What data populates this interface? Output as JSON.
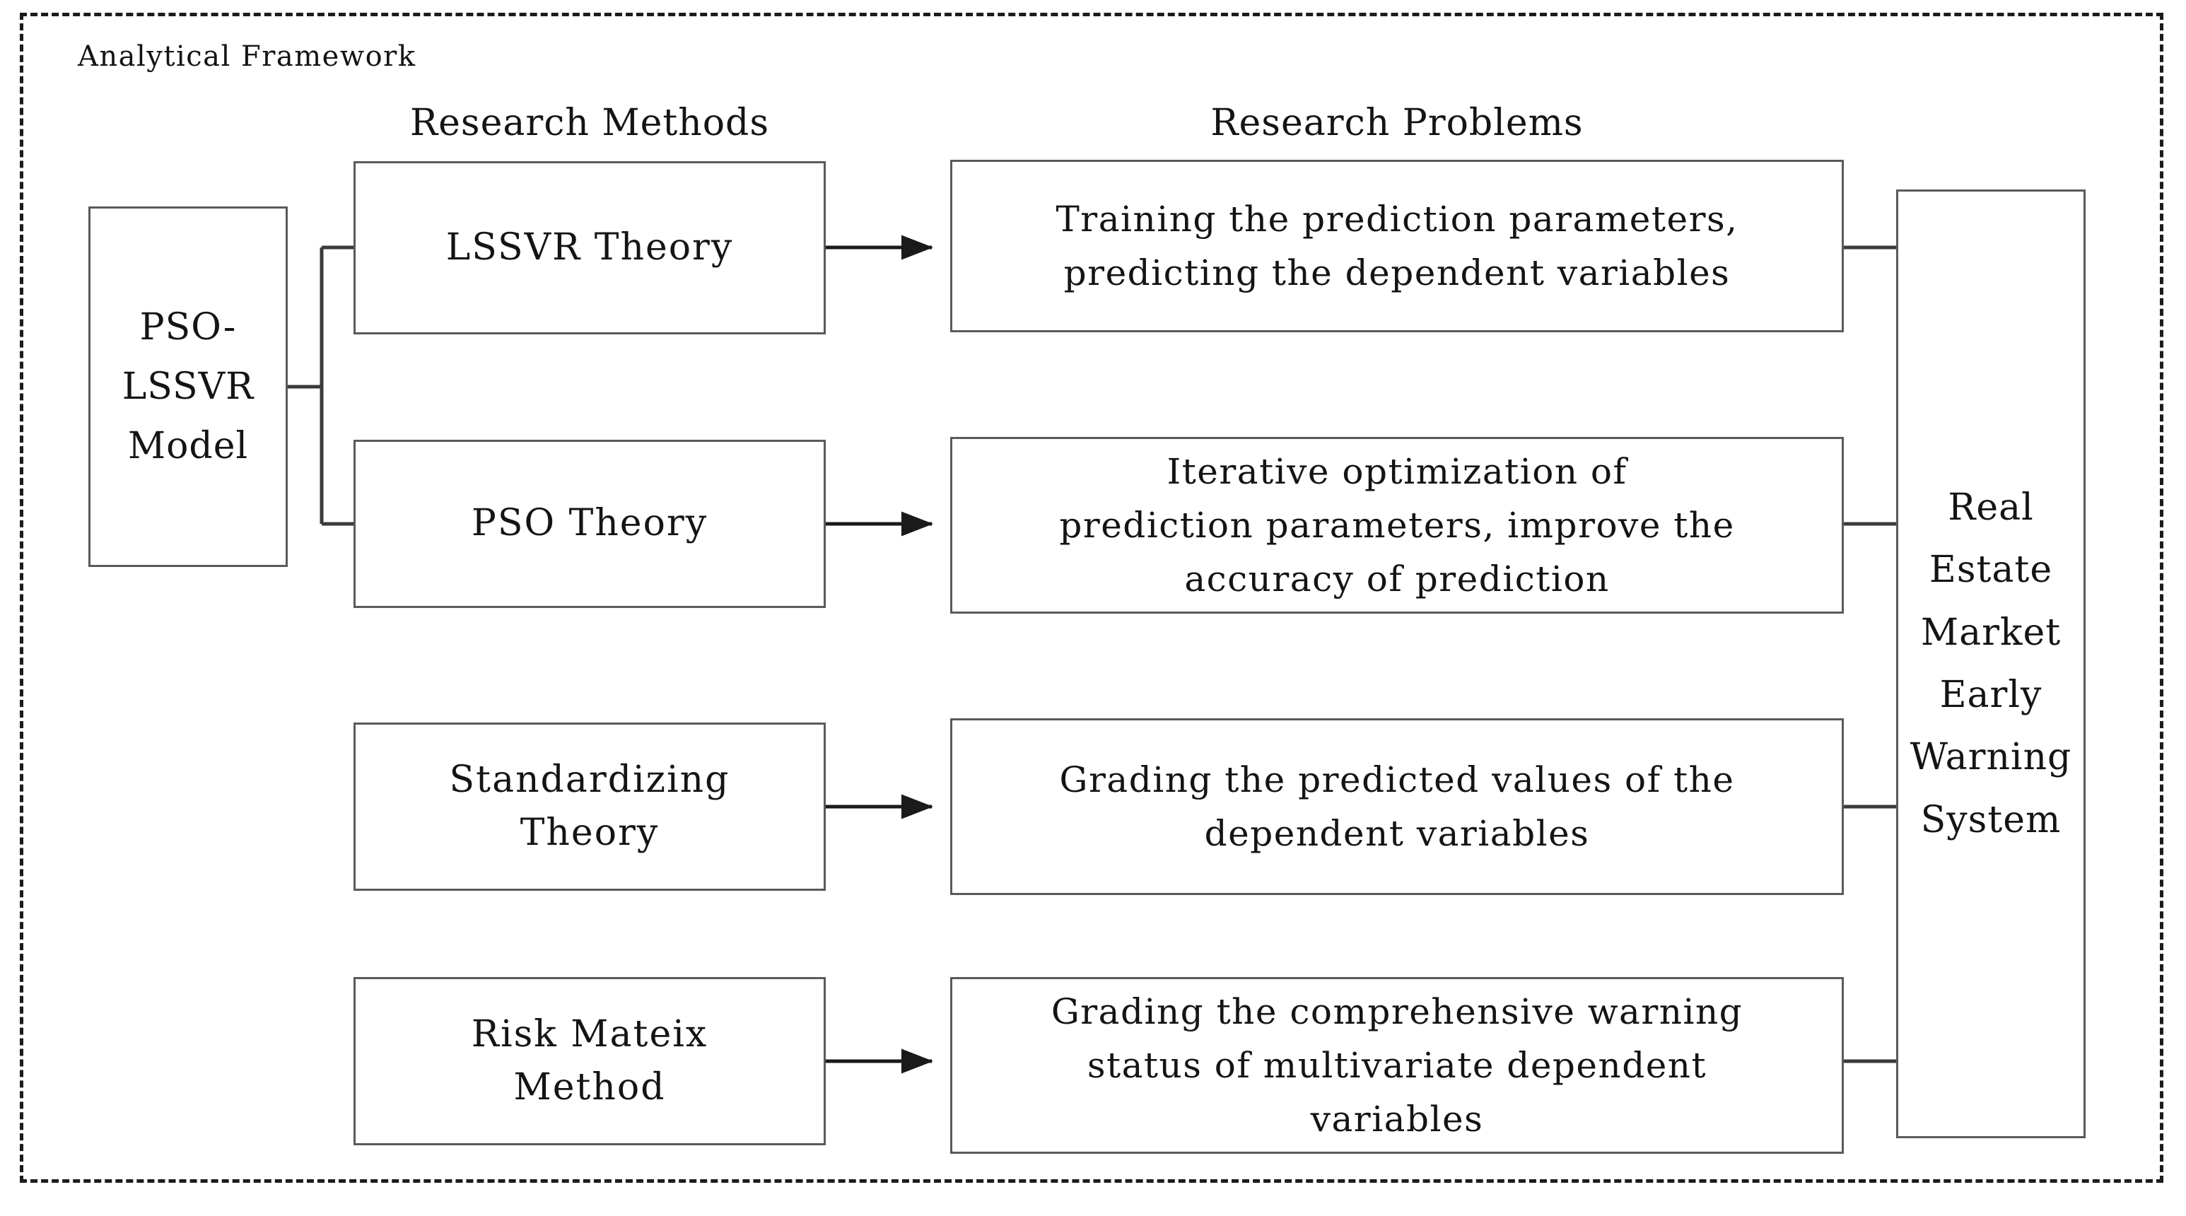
{
  "framework": {
    "title": "Analytical Framework",
    "border_style": "dashed",
    "border_color": "#1c1c1c"
  },
  "columns": {
    "methods_title": "Research Methods",
    "problems_title": "Research Problems"
  },
  "model": {
    "label": "PSO-\nLSSVR\nModel"
  },
  "methods": [
    {
      "id": "lssvr-theory",
      "label": "LSSVR Theory"
    },
    {
      "id": "pso-theory",
      "label": "PSO Theory"
    },
    {
      "id": "standardizing-theory",
      "label": "Standardizing\nTheory"
    },
    {
      "id": "risk-mateix-method",
      "label": "Risk Mateix\nMethod"
    }
  ],
  "problems": [
    {
      "id": "problem-1",
      "label": "Training the prediction parameters,\npredicting the dependent variables"
    },
    {
      "id": "problem-2",
      "label": "Iterative optimization of\nprediction parameters, improve the\naccuracy of prediction"
    },
    {
      "id": "problem-3",
      "label": "Grading the predicted values of the\ndependent variables"
    },
    {
      "id": "problem-4",
      "label": "Grading the comprehensive warning\nstatus of multivariate dependent\nvariables"
    }
  ],
  "system": {
    "label": "Real\nEstate\nMarket\nEarly\nWarning\nSystem"
  },
  "colors": {
    "box_stroke": "#5a5a5a",
    "connector": "#2b2b2b",
    "text": "#141414",
    "background": "#ffffff"
  }
}
